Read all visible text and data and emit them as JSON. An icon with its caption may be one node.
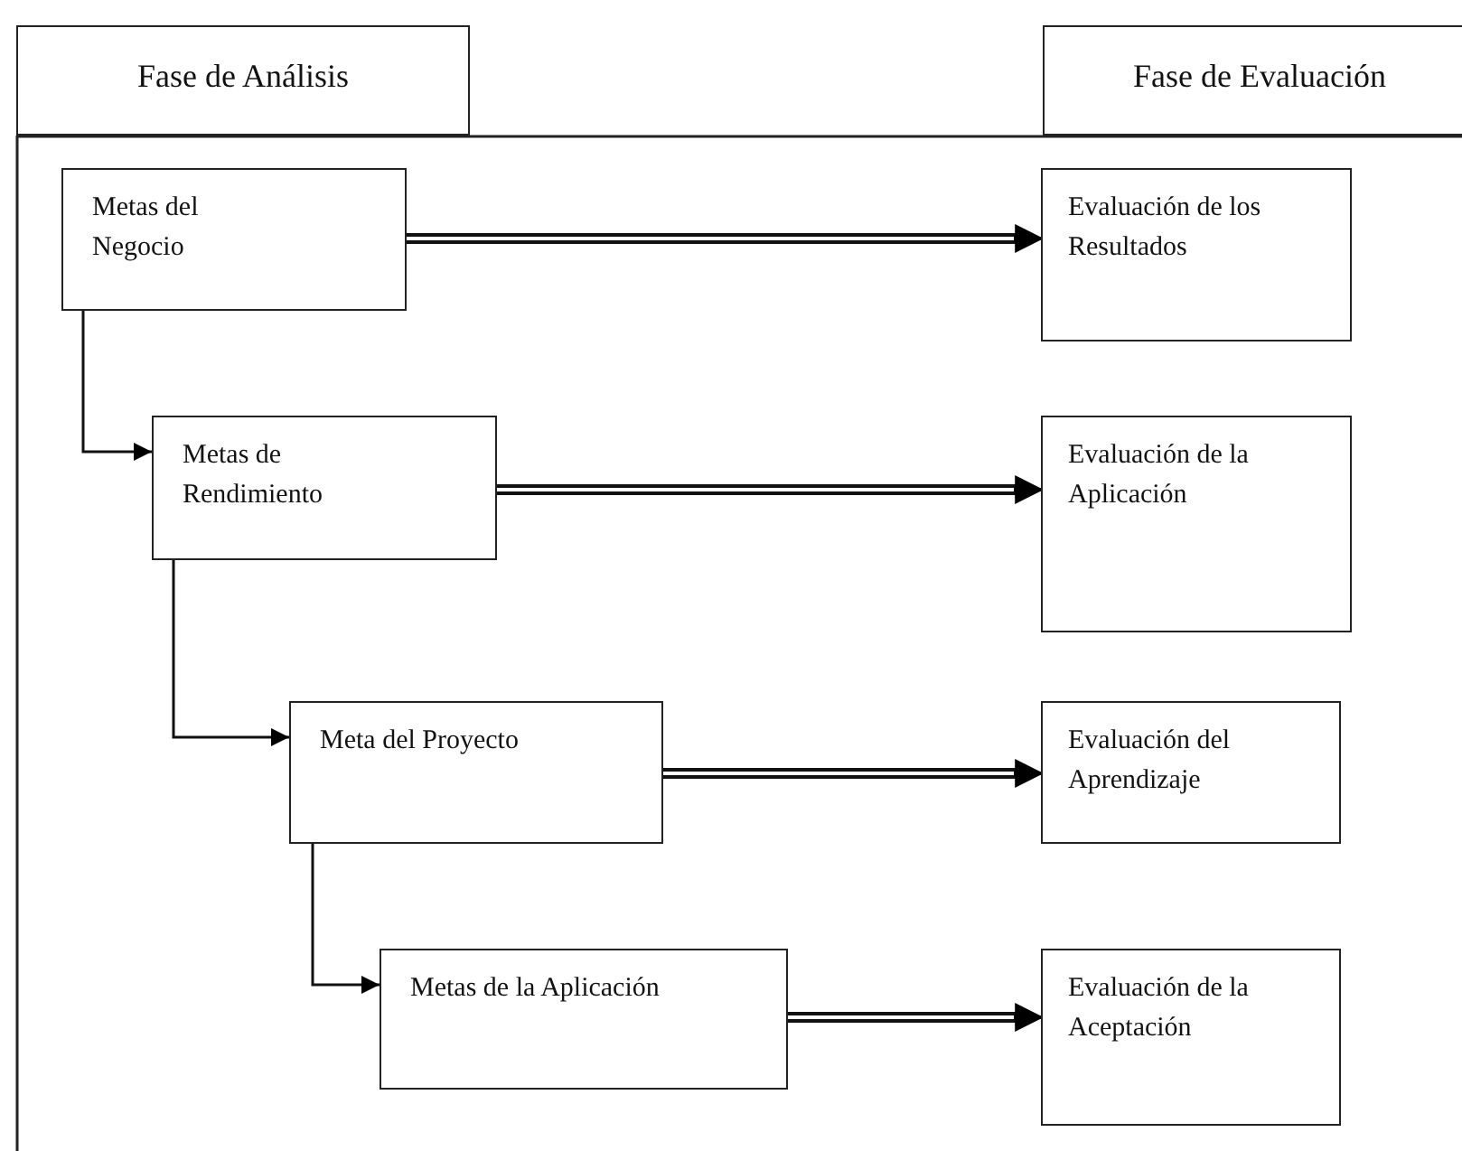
{
  "diagram": {
    "nodes": [
      {
        "text": [
          "Fase de Análisis"
        ]
      },
      {
        "text": [
          "Fase de Evaluación"
        ]
      },
      {
        "text": [
          "Metas del Negocio"
        ]
      },
      {
        "text": [
          "Metas de Rendimiento"
        ]
      },
      {
        "text": [
          "Meta del Proyecto"
        ]
      },
      {
        "text": [
          "Metas de la Aplicación"
        ]
      },
      {
        "text": [
          "Evaluación de los Resultados"
        ]
      },
      {
        "text": [
          "Evaluación de la Aplicación"
        ]
      },
      {
        "text": [
          "Evaluación del Aprendizaje"
        ]
      },
      {
        "text": [
          "Evaluación de la Aceptación"
        ]
      }
    ],
    "edges": [
      {
        "from": 2,
        "to": 3,
        "arrow": "to"
      },
      {
        "from": 3,
        "to": 4,
        "arrow": "to"
      },
      {
        "from": 4,
        "to": 5,
        "arrow": "to"
      },
      {
        "from": 2,
        "to": 6,
        "arrow": "to"
      },
      {
        "from": 3,
        "to": 7,
        "arrow": "to"
      },
      {
        "from": 4,
        "to": 8,
        "arrow": "to"
      },
      {
        "from": 5,
        "to": 9,
        "arrow": "to"
      }
    ]
  }
}
